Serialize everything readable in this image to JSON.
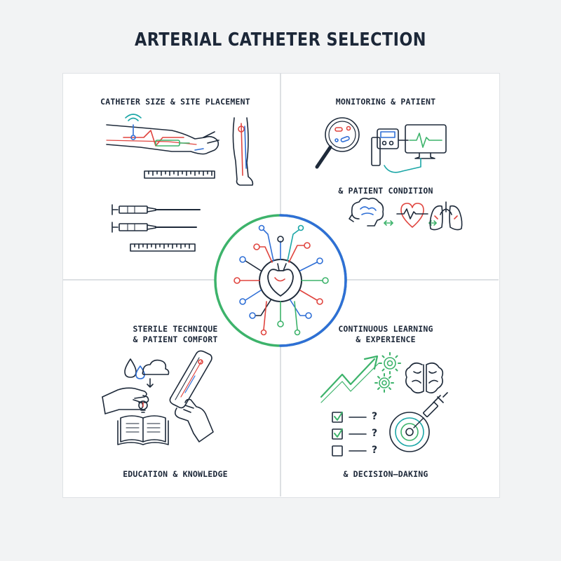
{
  "title": "ARTERIAL CATHETER SELECTION",
  "colors": {
    "navy": "#1e2a3a",
    "red": "#e0453f",
    "blue": "#2f6fd6",
    "green": "#3db36b",
    "teal": "#1aa6a6"
  },
  "quadrants": {
    "top_left": {
      "label": "CATHETER SIZE & SITE PLACEMENT"
    },
    "top_right": {
      "label_1": "MONITORING & PATIENT",
      "label_2": "& PATIENT CONDITION"
    },
    "bottom_left": {
      "label_line1": "STERILE TECHNIQUE",
      "label_line2": "& PATIENT COMFORT",
      "label_bottom": "EDUCATION & KNOWLEDGE"
    },
    "bottom_right": {
      "label_line1": "CONTINUOUS LEARNING",
      "label_line2": "& EXPERIENCE",
      "label_bottom": "& DECISION–DAKING"
    }
  },
  "checklist": [
    {
      "checked": true,
      "mark": "?"
    },
    {
      "checked": true,
      "mark": "?"
    },
    {
      "checked": false,
      "mark": "?"
    }
  ]
}
